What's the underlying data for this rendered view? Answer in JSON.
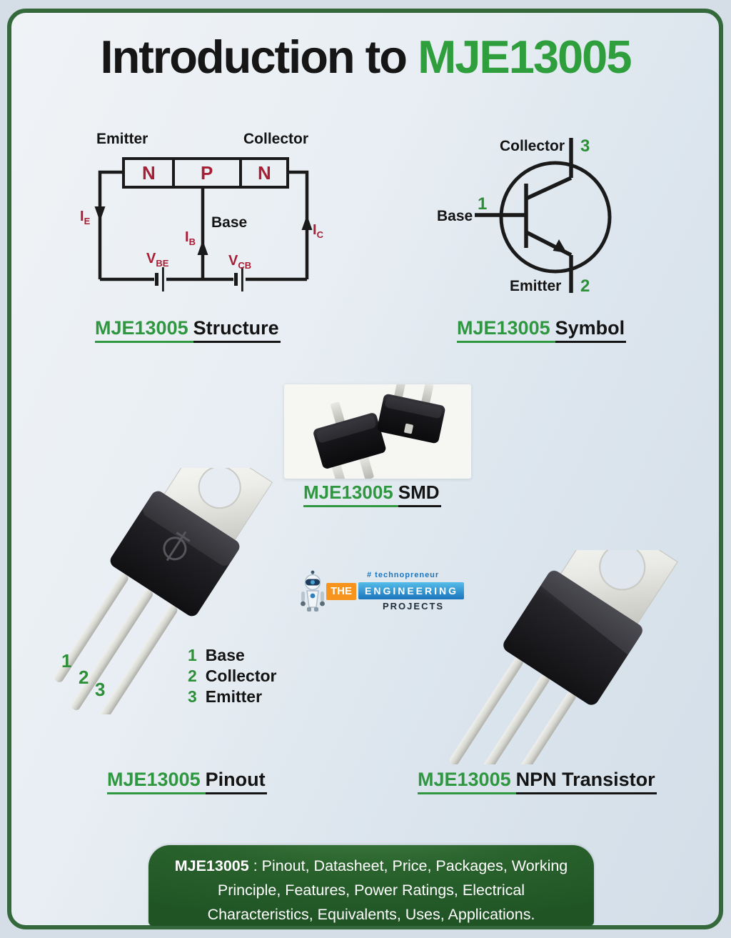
{
  "title": {
    "prefix": "Introduction to ",
    "highlight": "MJE13005"
  },
  "structure": {
    "caption_green": "MJE13005",
    "caption_black": "Structure",
    "emitter": "Emitter",
    "collector": "Collector",
    "base": "Base",
    "regions": [
      "N",
      "P",
      "N"
    ],
    "current_e": {
      "sym": "I",
      "sub": "E"
    },
    "current_b": {
      "sym": "I",
      "sub": "B"
    },
    "current_c": {
      "sym": "I",
      "sub": "C"
    },
    "voltage_be": {
      "sym": "V",
      "sub": "BE"
    },
    "voltage_cb": {
      "sym": "V",
      "sub": "CB"
    }
  },
  "symbol": {
    "caption_green": "MJE13005",
    "caption_black": "Symbol",
    "collector": "Collector",
    "collector_pin": "3",
    "base": "Base",
    "base_pin": "1",
    "emitter": "Emitter",
    "emitter_pin": "2"
  },
  "smd": {
    "caption_green": "MJE13005",
    "caption_black": "SMD"
  },
  "logo": {
    "tagline": "# technopreneur",
    "word_the": "THE",
    "word_engineering": "ENGINEERING",
    "word_projects": "PROJECTS"
  },
  "pinout": {
    "caption_green": "MJE13005",
    "caption_black": "Pinout",
    "pin_markers": [
      "1",
      "2",
      "3"
    ],
    "legend": [
      {
        "num": "1",
        "label": "Base"
      },
      {
        "num": "2",
        "label": "Collector"
      },
      {
        "num": "3",
        "label": "Emitter"
      }
    ]
  },
  "npn": {
    "caption_green": "MJE13005",
    "caption_black": "NPN Transistor"
  },
  "footer": {
    "bold": "MJE13005",
    "line1_rest": " : Pinout, Datasheet, Price, Packages, Working",
    "line2": "Principle, Features, Power Ratings, Electrical",
    "line3": "Characteristics, Equivalents, Uses, Applications."
  },
  "colors": {
    "accent_green": "#2f9e3d",
    "maroon": "#a81e35",
    "frame_green": "#35693b",
    "footer_green": "#27612a",
    "logo_orange": "#f7941e",
    "logo_blue": "#1b75bc"
  }
}
